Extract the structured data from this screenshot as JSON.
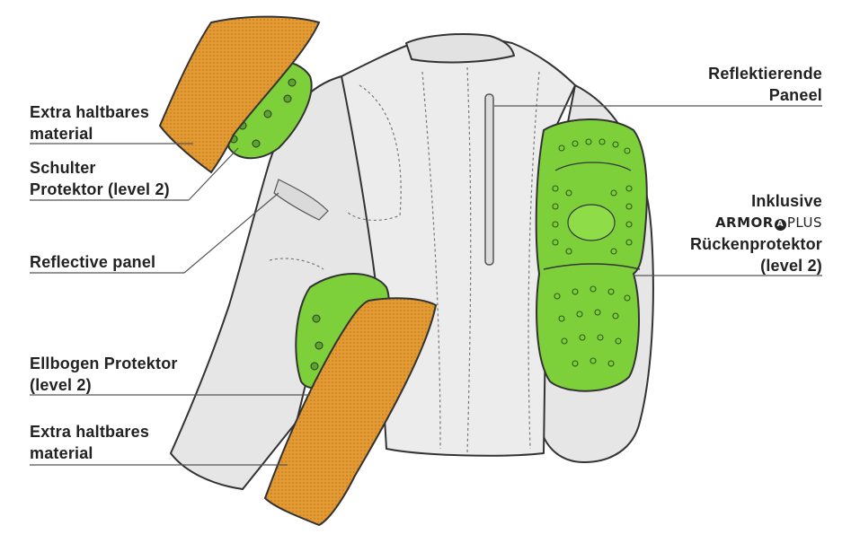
{
  "labels": {
    "extra_material_top": [
      "Extra haltbares",
      "material"
    ],
    "shoulder_protector": [
      "Schulter",
      "Protektor (level 2)"
    ],
    "reflective_panel_left": [
      "Reflective panel"
    ],
    "elbow_protector": [
      "Ellbogen Protektor",
      "(level 2)"
    ],
    "extra_material_bottom": [
      "Extra haltbares",
      "material"
    ],
    "reflective_panel_right": [
      "Reflektierende",
      "Paneel"
    ],
    "back_protector": {
      "line1": "Inklusive",
      "brand": "ARMOR",
      "brand_mark": "A",
      "brand_plus": "PLUS",
      "line3": "Rückenprotektor",
      "line4": "(level 2)"
    }
  },
  "colors": {
    "protector_green": "#7ed03a",
    "material_orange": "#e0962e",
    "jacket_gray": "#e8e8e8",
    "outline": "#333333",
    "leader_line": "#555555"
  }
}
